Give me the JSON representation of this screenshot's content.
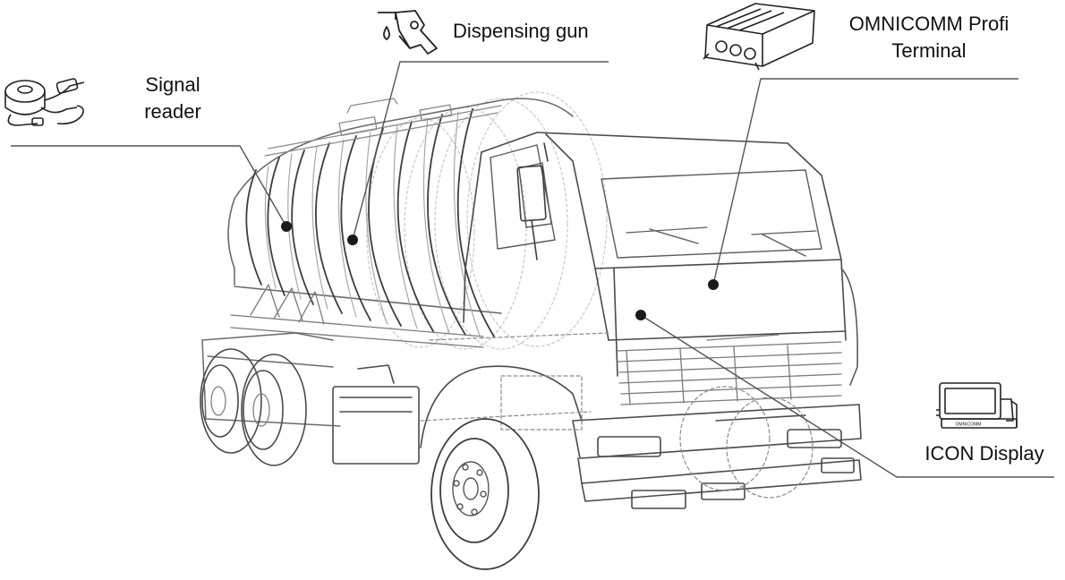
{
  "components": {
    "signal_reader": {
      "line1": "Signal",
      "line2": "reader",
      "icon": "signal-reader-icon"
    },
    "dispensing_gun": {
      "label": "Dispensing gun",
      "icon": "fuel-nozzle-icon"
    },
    "terminal": {
      "line1": "OMNICOMM Profi",
      "line2": "Terminal",
      "icon": "terminal-device-icon"
    },
    "icon_display": {
      "label": "ICON Display",
      "icon": "display-screen-icon",
      "brand_text": "OMNICOMM"
    }
  },
  "illustration": {
    "subject": "fuel-tanker-truck-icon"
  },
  "colors": {
    "text": "#111111",
    "leader_line": "#555555",
    "truck_stroke": "#9a9a9a",
    "truck_dark_stroke": "#4a4a4a"
  }
}
